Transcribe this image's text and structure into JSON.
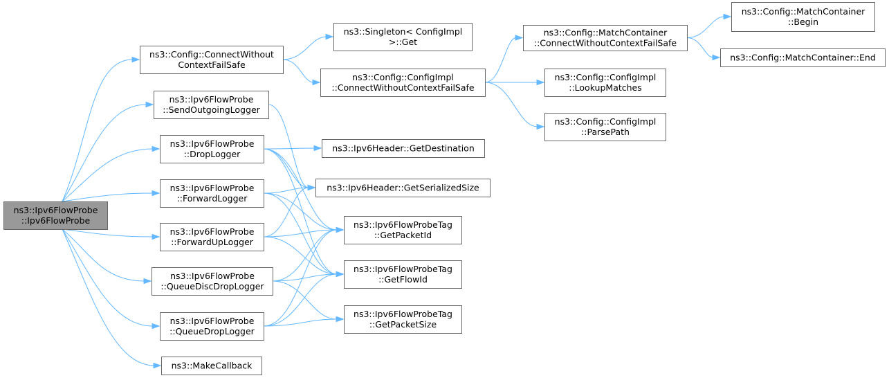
{
  "graph": {
    "edge_color": "#63b8ff",
    "root_fill": "#999999",
    "nodes": [
      {
        "id": "root",
        "lines": [
          "ns3::Ipv6FlowProbe",
          "::Ipv6FlowProbe"
        ],
        "root": true
      },
      {
        "id": "cwcfs",
        "lines": [
          "ns3::Config::ConnectWithout",
          "ContextFailSafe"
        ]
      },
      {
        "id": "sendOut",
        "lines": [
          "ns3::Ipv6FlowProbe",
          "::SendOutgoingLogger"
        ]
      },
      {
        "id": "drop",
        "lines": [
          "ns3::Ipv6FlowProbe",
          "::DropLogger"
        ]
      },
      {
        "id": "fwd",
        "lines": [
          "ns3::Ipv6FlowProbe",
          "::ForwardLogger"
        ]
      },
      {
        "id": "fwdUp",
        "lines": [
          "ns3::Ipv6FlowProbe",
          "::ForwardUpLogger"
        ]
      },
      {
        "id": "qdisc",
        "lines": [
          "ns3::Ipv6FlowProbe",
          "::QueueDiscDropLogger"
        ]
      },
      {
        "id": "qdrop",
        "lines": [
          "ns3::Ipv6FlowProbe",
          "::QueueDropLogger"
        ]
      },
      {
        "id": "makeCb",
        "lines": [
          "ns3::MakeCallback"
        ]
      },
      {
        "id": "singleton",
        "lines": [
          "ns3::Singleton< ConfigImpl",
          ">::Get"
        ]
      },
      {
        "id": "implCwcfs",
        "lines": [
          "ns3::Config::ConfigImpl",
          "::ConnectWithoutContextFailSafe"
        ]
      },
      {
        "id": "getDest",
        "lines": [
          "ns3::Ipv6Header::GetDestination"
        ]
      },
      {
        "id": "getSer",
        "lines": [
          "ns3::Ipv6Header::GetSerializedSize"
        ]
      },
      {
        "id": "getPktId",
        "lines": [
          "ns3::Ipv6FlowProbeTag",
          "::GetPacketId"
        ]
      },
      {
        "id": "getFlowId",
        "lines": [
          "ns3::Ipv6FlowProbeTag",
          "::GetFlowId"
        ]
      },
      {
        "id": "getPktSize",
        "lines": [
          "ns3::Ipv6FlowProbeTag",
          "::GetPacketSize"
        ]
      },
      {
        "id": "mcCwcfs",
        "lines": [
          "ns3::Config::MatchContainer",
          "::ConnectWithoutContextFailSafe"
        ]
      },
      {
        "id": "lookup",
        "lines": [
          "ns3::Config::ConfigImpl",
          "::LookupMatches"
        ]
      },
      {
        "id": "parse",
        "lines": [
          "ns3::Config::ConfigImpl",
          "::ParsePath"
        ]
      },
      {
        "id": "begin",
        "lines": [
          "ns3::Config::MatchContainer",
          "::Begin"
        ]
      },
      {
        "id": "end",
        "lines": [
          "ns3::Config::MatchContainer::End"
        ]
      }
    ],
    "edges": [
      [
        "root",
        "cwcfs"
      ],
      [
        "root",
        "sendOut"
      ],
      [
        "root",
        "drop"
      ],
      [
        "root",
        "fwd"
      ],
      [
        "root",
        "fwdUp"
      ],
      [
        "root",
        "qdisc"
      ],
      [
        "root",
        "qdrop"
      ],
      [
        "root",
        "makeCb"
      ],
      [
        "cwcfs",
        "singleton"
      ],
      [
        "cwcfs",
        "implCwcfs"
      ],
      [
        "implCwcfs",
        "mcCwcfs"
      ],
      [
        "implCwcfs",
        "lookup"
      ],
      [
        "implCwcfs",
        "parse"
      ],
      [
        "mcCwcfs",
        "begin"
      ],
      [
        "mcCwcfs",
        "end"
      ],
      [
        "sendOut",
        "getSer"
      ],
      [
        "drop",
        "getDest"
      ],
      [
        "drop",
        "getSer"
      ],
      [
        "drop",
        "getPktId"
      ],
      [
        "drop",
        "getFlowId"
      ],
      [
        "fwd",
        "getSer"
      ],
      [
        "fwd",
        "getPktId"
      ],
      [
        "fwd",
        "getFlowId"
      ],
      [
        "fwdUp",
        "getSer"
      ],
      [
        "fwdUp",
        "getPktId"
      ],
      [
        "fwdUp",
        "getFlowId"
      ],
      [
        "qdisc",
        "getPktId"
      ],
      [
        "qdisc",
        "getFlowId"
      ],
      [
        "qdisc",
        "getPktSize"
      ],
      [
        "qdrop",
        "getPktId"
      ],
      [
        "qdrop",
        "getFlowId"
      ],
      [
        "qdrop",
        "getPktSize"
      ]
    ]
  }
}
